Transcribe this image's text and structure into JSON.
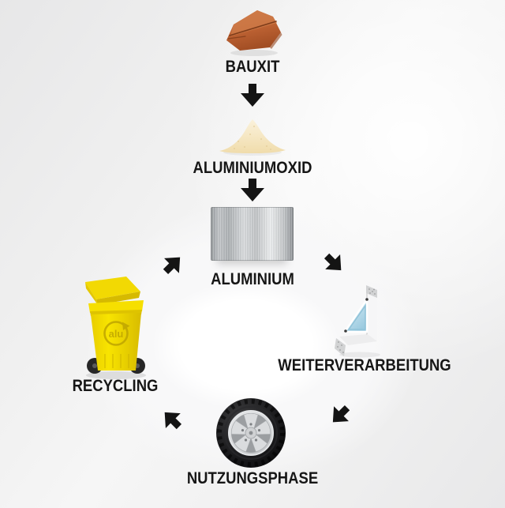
{
  "diagram": {
    "stages": {
      "bauxit": "BAUXIT",
      "aluminiumoxid": "ALUMINIUMOXID",
      "aluminium": "ALUMINIUM",
      "weiterverarbeitung": "WEITERVERARBEITUNG",
      "nutzungsphase": "NUTZUNGSPHASE",
      "recycling": "RECYCLING"
    },
    "bin_logo": "alu",
    "icons": {
      "bauxit": "rock-icon",
      "aluminiumoxid": "powder-pile-icon",
      "aluminium": "metal-block-icon",
      "weiterverarbeitung": "window-frame-icon",
      "nutzungsphase": "car-tire-icon",
      "recycling": "yellow-recycling-bin-icon"
    },
    "flow": [
      "bauxit -> aluminiumoxid",
      "aluminiumoxid -> aluminium",
      "aluminium -> weiterverarbeitung",
      "weiterverarbeitung -> nutzungsphase",
      "nutzungsphase -> recycling",
      "recycling -> aluminium"
    ],
    "colors": {
      "background_gray": "#ececed",
      "label_text": "#161616",
      "arrow_black": "#141414",
      "bauxite_brown": "#bd6233",
      "alumina_cream": "#f5e4ba",
      "aluminium_silver": "#c6c9cb",
      "bin_yellow": "#f4d900",
      "window_glass_blue": "#9ccbe0"
    }
  }
}
